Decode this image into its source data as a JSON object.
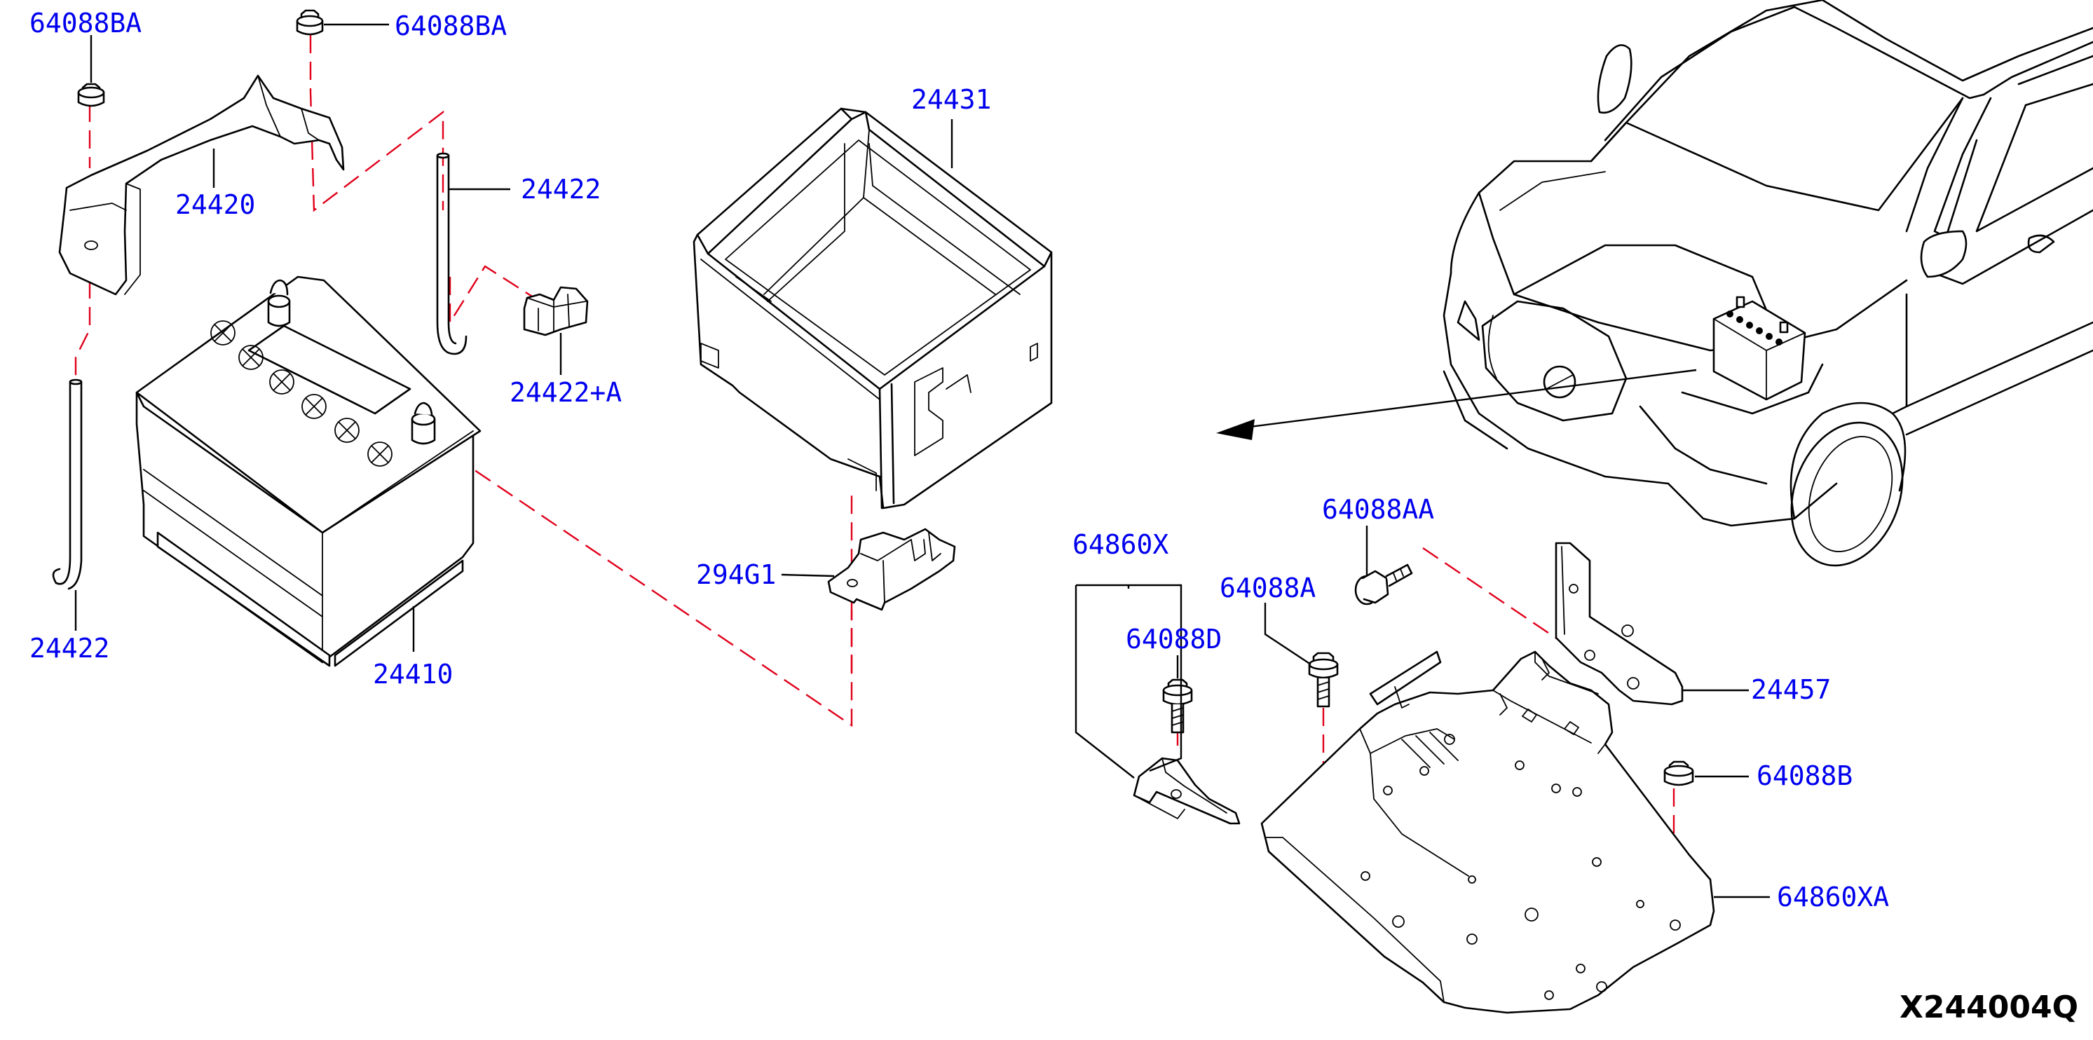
{
  "diagram": {
    "catalog_code": "X244004Q",
    "callouts": [
      {
        "id": "c1",
        "text": "64088BA"
      },
      {
        "id": "c2",
        "text": "64088BA"
      },
      {
        "id": "c3",
        "text": "24420"
      },
      {
        "id": "c4",
        "text": "24422"
      },
      {
        "id": "c5",
        "text": "24422+A"
      },
      {
        "id": "c6",
        "text": "24422"
      },
      {
        "id": "c7",
        "text": "24410"
      },
      {
        "id": "c8",
        "text": "24431"
      },
      {
        "id": "c9",
        "text": "294G1"
      },
      {
        "id": "c10",
        "text": "64860X"
      },
      {
        "id": "c11",
        "text": "64088D"
      },
      {
        "id": "c12",
        "text": "64088A"
      },
      {
        "id": "c13",
        "text": "64088AA"
      },
      {
        "id": "c14",
        "text": "24457"
      },
      {
        "id": "c15",
        "text": "64088B"
      },
      {
        "id": "c16",
        "text": "64860XA"
      }
    ]
  }
}
